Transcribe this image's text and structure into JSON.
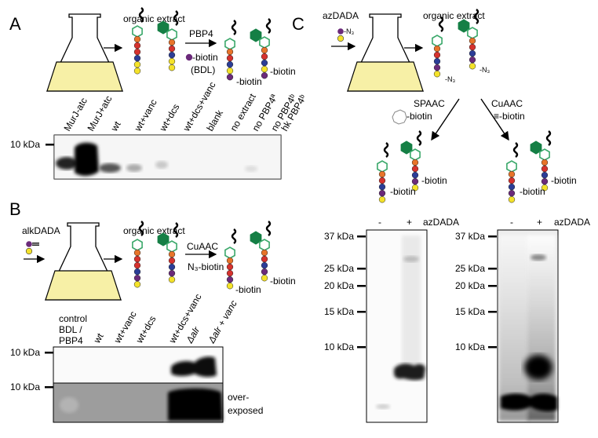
{
  "panels": {
    "A": {
      "letter": "A",
      "organic_extract": "organic extract",
      "enzyme": "PBP4",
      "reagent": "-biotin",
      "reagent_note": "(BDL)",
      "biotin1": "-biotin",
      "biotin2": "-biotin",
      "marker": "10 kDa",
      "lanes": [
        "MurJ-atc",
        "MurJ+atc",
        "wt",
        "wt+vanc",
        "wt+dcs",
        "wt+dcs+vanc",
        "blank",
        "no extract",
        "no PBP4ª",
        "no PBP4ᵇ",
        "hk PBP4ᵇ"
      ]
    },
    "B": {
      "letter": "B",
      "probe": "alkDADA",
      "organic_extract": "organic extract",
      "reaction": "CuAAC",
      "reagent": "N₃-biotin",
      "biotin1": "-biotin",
      "biotin2": "-biotin",
      "marker_top": "10 kDa",
      "marker_bottom": "10 kDa",
      "overexposed": [
        "over-",
        "exposed"
      ],
      "lanes": [
        "control",
        "BDL /",
        "PBP4",
        "wt",
        "wt+vanc",
        "wt+dcs",
        "wt+dcs+vanc",
        "Δalr",
        "Δalr + vanc"
      ]
    },
    "C": {
      "letter": "C",
      "probe": "azDADA",
      "azide": "-N₃",
      "organic_extract": "organic extract",
      "n3_a": "-N₃",
      "n3_b": "-N₃",
      "spaac": "SPAAC",
      "spaac_reagent": "-biotin",
      "cuaac": "CuAAC",
      "cuaac_reagent": "≡-biotin",
      "biotin_l1": "-biotin",
      "biotin_l2": "-biotin",
      "biotin_r1": "-biotin",
      "biotin_r2": "-biotin",
      "gel_labels": [
        "-",
        "+",
        "azDADA"
      ],
      "markers": [
        "37 kDa",
        "25 kDa",
        "20 kDa",
        "15 kDa",
        "10 kDa"
      ]
    }
  },
  "colors": {
    "hexagon_dark": "#157f45",
    "hexagon_light": "#3aa86a",
    "orange": "#e8742a",
    "red": "#d6322e",
    "blue": "#2b3d97",
    "yellow": "#f4e22a",
    "purple": "#6b2a7a",
    "flask_fill": "#f7f0a6"
  }
}
